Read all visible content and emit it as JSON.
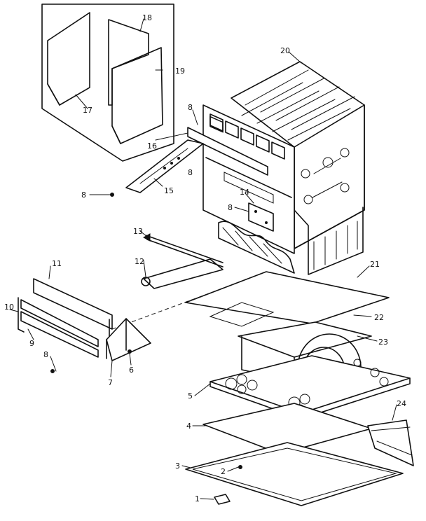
{
  "diagram": {
    "callouts": [
      {
        "id": "1",
        "text": "1"
      },
      {
        "id": "2",
        "text": "2"
      },
      {
        "id": "3",
        "text": "3"
      },
      {
        "id": "4",
        "text": "4"
      },
      {
        "id": "5",
        "text": "5"
      },
      {
        "id": "6",
        "text": "6"
      },
      {
        "id": "7",
        "text": "7"
      },
      {
        "id": "8a",
        "text": "8"
      },
      {
        "id": "8b",
        "text": "8"
      },
      {
        "id": "8c",
        "text": "8"
      },
      {
        "id": "8d",
        "text": "8"
      },
      {
        "id": "8e",
        "text": "8"
      },
      {
        "id": "9",
        "text": "9"
      },
      {
        "id": "10",
        "text": "10"
      },
      {
        "id": "11",
        "text": "11"
      },
      {
        "id": "12",
        "text": "12"
      },
      {
        "id": "13",
        "text": "13"
      },
      {
        "id": "14",
        "text": "14"
      },
      {
        "id": "15",
        "text": "15"
      },
      {
        "id": "16",
        "text": "16"
      },
      {
        "id": "17",
        "text": "17"
      },
      {
        "id": "18",
        "text": "18"
      },
      {
        "id": "19",
        "text": "19"
      },
      {
        "id": "20",
        "text": "20"
      },
      {
        "id": "21",
        "text": "21"
      },
      {
        "id": "22",
        "text": "22"
      },
      {
        "id": "23",
        "text": "23"
      },
      {
        "id": "24",
        "text": "24"
      }
    ]
  }
}
